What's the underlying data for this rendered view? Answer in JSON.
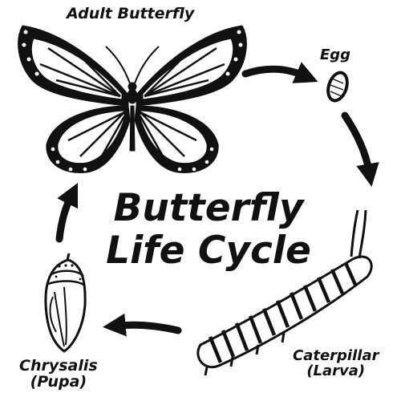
{
  "title": {
    "line1": "Butterfly",
    "line2": "Life Cycle"
  },
  "stages": {
    "adult": "Adult Butterfly",
    "egg": "Egg",
    "caterpillar_line1": "Caterpillar",
    "caterpillar_line2": "(Larva)",
    "chrysalis_line1": "Chrysalis",
    "chrysalis_line2": "(Pupa)"
  },
  "colors": {
    "ink": "#111111",
    "paper": "#ffffff"
  },
  "icons": [
    "butterfly-icon",
    "egg-icon",
    "caterpillar-icon",
    "chrysalis-icon",
    "cycle-arrow-icon"
  ]
}
